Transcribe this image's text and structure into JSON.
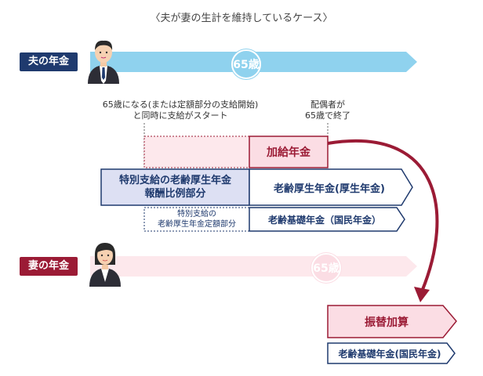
{
  "title": "〈夫が妻の生計を維持しているケース〉",
  "husband": {
    "tag": "夫の年金",
    "age_marker": "65歳",
    "note_start": [
      "65歳になる(または定額部分の支給開始)",
      "と同時に支給がスタート"
    ],
    "note_end": [
      "配偶者が",
      "65歳で終了"
    ],
    "bars": {
      "kakyu": "加給年金",
      "special_hirei": [
        "特別支給の老齢厚生年金",
        "報酬比例部分"
      ],
      "kosei": "老齢厚生年金(厚生年金)",
      "special_teigaku": [
        "特別支給の",
        "老齢厚生年金定額部分"
      ],
      "kiso": "老齢基礎年金（国民年金）"
    }
  },
  "wife": {
    "tag": "妻の年金",
    "age_marker": "65歳",
    "bars": {
      "furikae": "振替加算",
      "kiso": "老齢基礎年金(国民年金)"
    }
  },
  "colors": {
    "navy": "#1f3a6e",
    "crimson": "#9b1b35",
    "light_blue": "#8fd2ee",
    "pink_light": "#fde8ec",
    "lavender": "#dde0f3",
    "pink_bar": "#fbdde4"
  }
}
